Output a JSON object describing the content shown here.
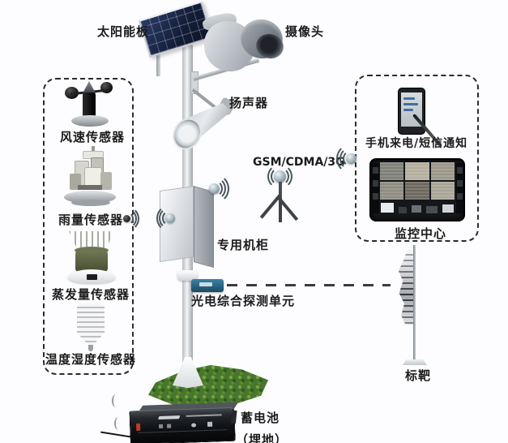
{
  "pole_station": {
    "solar_panel_label": "太阳能板",
    "camera_label": "摄像头",
    "speaker_label": "扬声器",
    "cabinet_label": "专用机柜",
    "detection_unit_label": "光电综合探测单元",
    "battery_label": "蓄电池",
    "battery_note": "（埋地）"
  },
  "sensor_group": {
    "items": [
      {
        "label": "风速传感器"
      },
      {
        "label": "雨量传感器"
      },
      {
        "label": "蒸发量传感器"
      },
      {
        "label": "温度湿度传感器"
      }
    ]
  },
  "comm": {
    "gsm_label": "GSM/CDMA/3G"
  },
  "remote_group": {
    "phone_alert_label": "手机来电/短信通知",
    "monitoring_center_label": "监控中心"
  },
  "target_label": "标靶",
  "links": [
    {
      "from": "sensor_group",
      "to": "cabinet",
      "type": "wireless"
    },
    {
      "from": "cabinet",
      "to": "gsm_antenna",
      "type": "wireless"
    },
    {
      "from": "gsm_antenna",
      "to": "remote_group",
      "type": "wireless"
    },
    {
      "from": "detection_unit",
      "to": "target",
      "type": "dashed-line"
    }
  ],
  "icons": {
    "wireless": "wireless-signal-icon",
    "stylus": "stylus-icon"
  },
  "colors": {
    "background": "#fdfcfe",
    "dashed_border": "#2c2c2c",
    "label_text": "#1b1b1b",
    "solar_panel": "#131d38",
    "grass": "#47762c",
    "detection_unit": "#2a6d8e",
    "battery_body": "#101215",
    "metal": "#c7ccd1"
  }
}
